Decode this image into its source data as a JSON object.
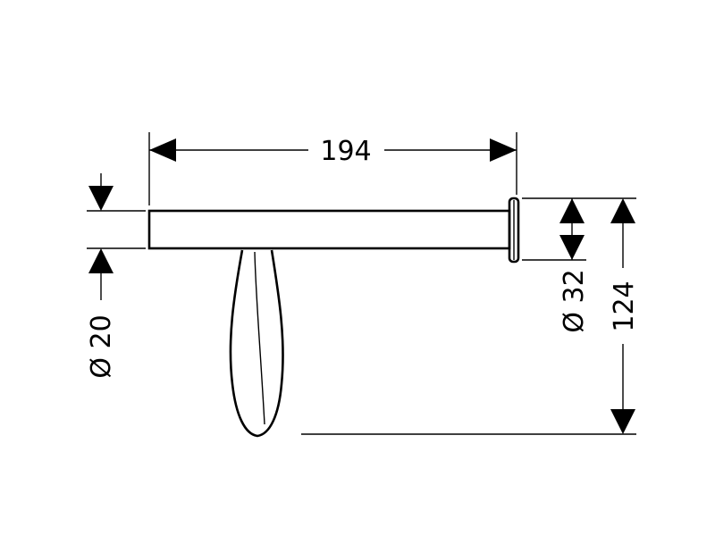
{
  "dimensions": {
    "length": "194",
    "pipe_diameter": "Ø 20",
    "flange_diameter": "Ø 32",
    "height": "124"
  },
  "colors": {
    "line": "#000000",
    "background": "#ffffff"
  }
}
